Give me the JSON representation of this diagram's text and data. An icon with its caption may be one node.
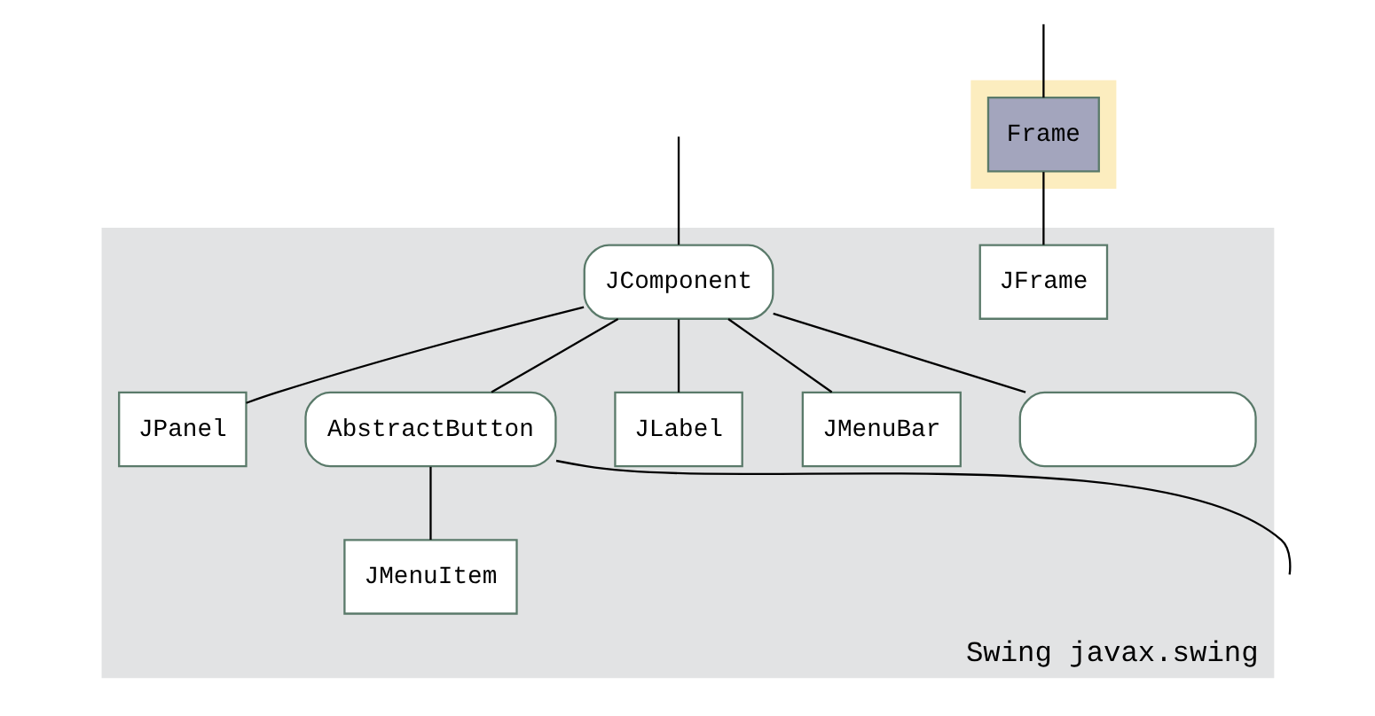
{
  "diagram": {
    "nodes": [
      {
        "text": [],
        "shape": "band"
      },
      {
        "text": [
          "Frame"
        ],
        "in": 0
      },
      {
        "text": [
          "Swing javax.swing"
        ]
      },
      {
        "text": [
          "JComponent"
        ],
        "in": 2
      },
      {
        "text": [
          "JFrame"
        ],
        "in": 2
      },
      {
        "text": [
          "JPanel"
        ],
        "in": 2
      },
      {
        "text": [
          "AbstractButton"
        ],
        "in": 2
      },
      {
        "text": [
          "JLabel"
        ],
        "in": 2
      },
      {
        "text": [
          "JMenuBar"
        ],
        "in": 2
      },
      {
        "text": [
          "JMenuItem"
        ],
        "in": 2
      },
      {
        "text": [],
        "shape": "box",
        "in": 2
      }
    ],
    "edges": [
      {
        "from": null,
        "to": 1,
        "arrow": "none"
      },
      {
        "from": 1,
        "to": 4,
        "arrow": "none"
      },
      {
        "from": null,
        "to": 3,
        "arrow": "none"
      },
      {
        "from": 3,
        "to": 5,
        "arrow": "none"
      },
      {
        "from": 3,
        "to": 7,
        "arrow": "none"
      },
      {
        "from": 3,
        "to": 10,
        "arrow": "none"
      },
      {
        "from": 3,
        "to": 8,
        "arrow": "none"
      },
      {
        "from": 3,
        "to": 6,
        "arrow": "none"
      },
      {
        "from": 6,
        "to": 9,
        "arrow": "none"
      },
      {
        "from": 6,
        "to": null,
        "arrow": "none"
      }
    ]
  }
}
